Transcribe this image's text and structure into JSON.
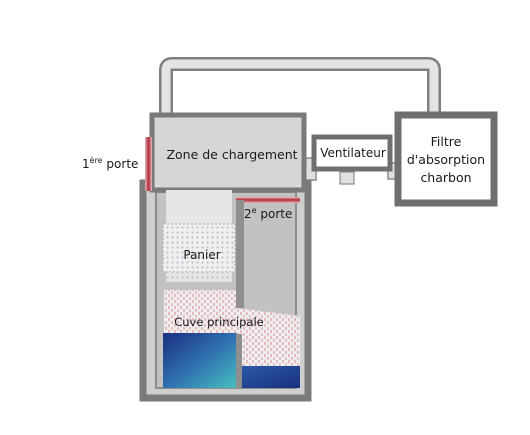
{
  "diagram": {
    "labels": {
      "door1_main": "1",
      "door1_sup": "ère",
      "door1_rest": " porte",
      "loading_zone": "Zone de chargement",
      "door2_main": "2",
      "door2_sup": "e",
      "door2_rest": " porte",
      "basket": "Panier",
      "main_tank": "Cuve principale",
      "fan": "Ventilateur",
      "filter_line1": "Filtre",
      "filter_line2": "d'absorption",
      "filter_line3": "charbon"
    },
    "colors": {
      "wall": "#7a7a7a",
      "interior": "#c9c9c9",
      "zone": "#d4d4d4",
      "pipe": "#dcdcdc",
      "door_red": "#b03040",
      "liquid_deep": "#1d3a8a",
      "liquid_light": "#3fb0c0"
    }
  }
}
